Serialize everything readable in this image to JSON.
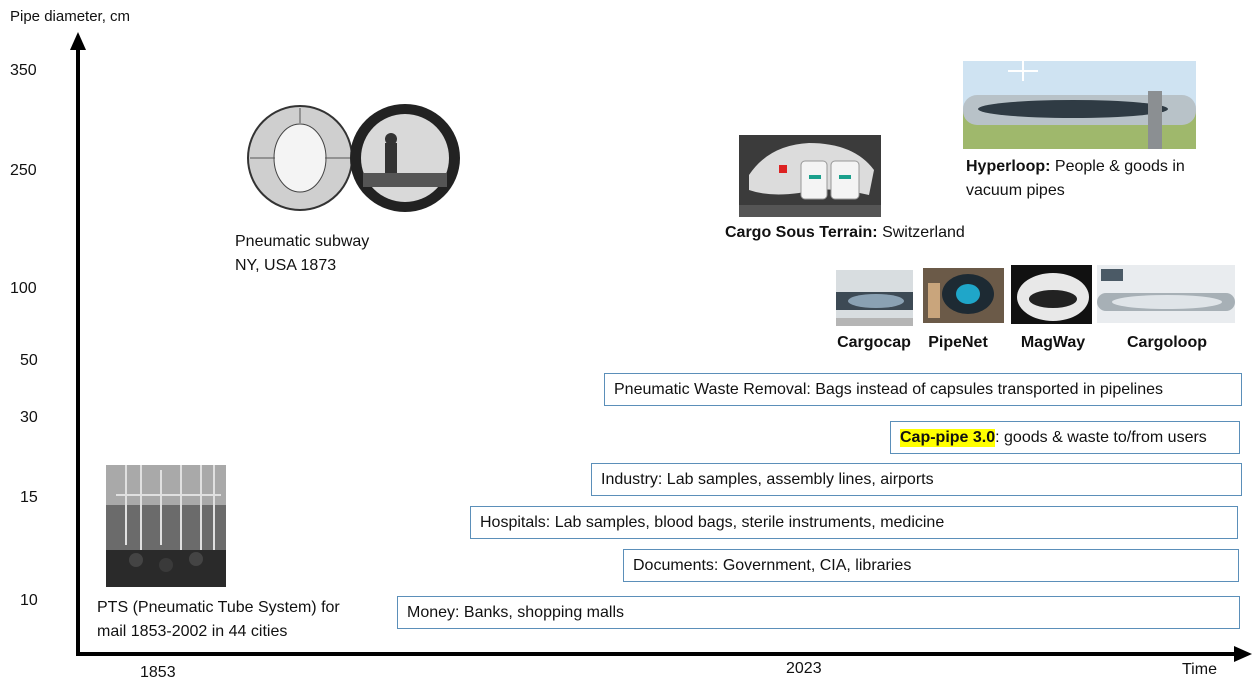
{
  "axes": {
    "y_title": "Pipe diameter, cm",
    "x_title": "Time",
    "y_ticks": [
      "350",
      "250",
      "100",
      "50",
      "30",
      "15",
      "10"
    ],
    "x_ticks": [
      "1853",
      "2023"
    ]
  },
  "bars": [
    {
      "text": "Pneumatic Waste Removal: Bags instead of capsules transported in pipelines"
    },
    {
      "highlight": "Cap-pipe 3.0",
      "text": ": goods & waste to/from users"
    },
    {
      "text": "Industry: Lab samples, assembly lines, airports"
    },
    {
      "text": "Hospitals: Lab samples, blood bags, sterile instruments, medicine"
    },
    {
      "text": "Documents: Government, CIA, libraries"
    },
    {
      "text": "Money: Banks, shopping malls"
    }
  ],
  "captions": {
    "pts_line1": "PTS (Pneumatic Tube System) for",
    "pts_line2": "mail 1853-2002 in 44 cities",
    "subway_line1": "Pneumatic subway",
    "subway_line2": "NY, USA 1873",
    "cst_bold": "Cargo Sous Terrain:",
    "cst_rest": " Switzerland",
    "hyper_bold": "Hyperloop:",
    "hyper_rest": " People & goods in",
    "hyper_line2": "vacuum pipes"
  },
  "systems": [
    "Cargocap",
    "PipeNet",
    "MagWay",
    "Cargoloop"
  ]
}
